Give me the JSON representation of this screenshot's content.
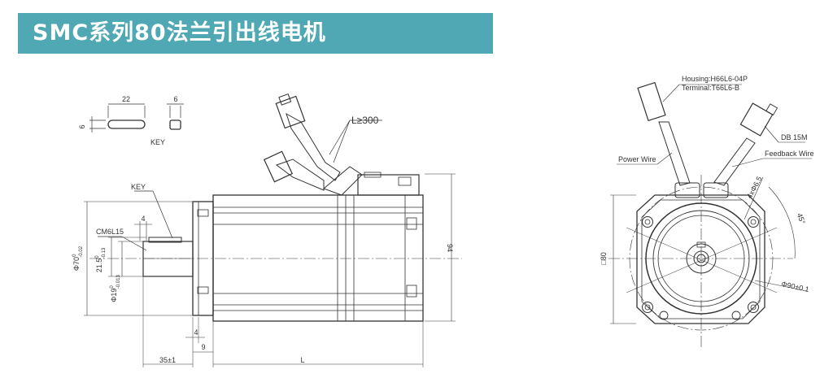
{
  "header": {
    "title": "SMC系列80法兰引出线电机"
  },
  "key_detail": {
    "length": "22",
    "width_top": "6",
    "width_side": "6",
    "caption": "KEY"
  },
  "side_view": {
    "key_label": "KEY",
    "thread_label": "CM6L15",
    "key_tol_width": "4",
    "height_tol": "21.5",
    "height_tol_sup": "0",
    "height_tol_sub": "-0.13",
    "pilot_dia": "Φ70",
    "pilot_sup": "0",
    "pilot_sub": "-0.02",
    "shaft_dia": "Φ19",
    "shaft_sup": "0",
    "shaft_sub": "-0.013",
    "cable_length": "L≥300",
    "height_total": "94",
    "flange_thk": "4",
    "spigot": "9",
    "shaft_len": "35±1",
    "body_len": "L"
  },
  "front_view": {
    "housing": "Housing:H66L6-04P",
    "terminal": "Terminal:T66L6-B",
    "db_label": "DB 15M",
    "power_wire": "Power Wire",
    "feedback_wire": "Feedback Wire",
    "holes": "4xΦ6.5",
    "angle": "45°",
    "pcd": "Φ90±0.1",
    "square": "□80"
  }
}
